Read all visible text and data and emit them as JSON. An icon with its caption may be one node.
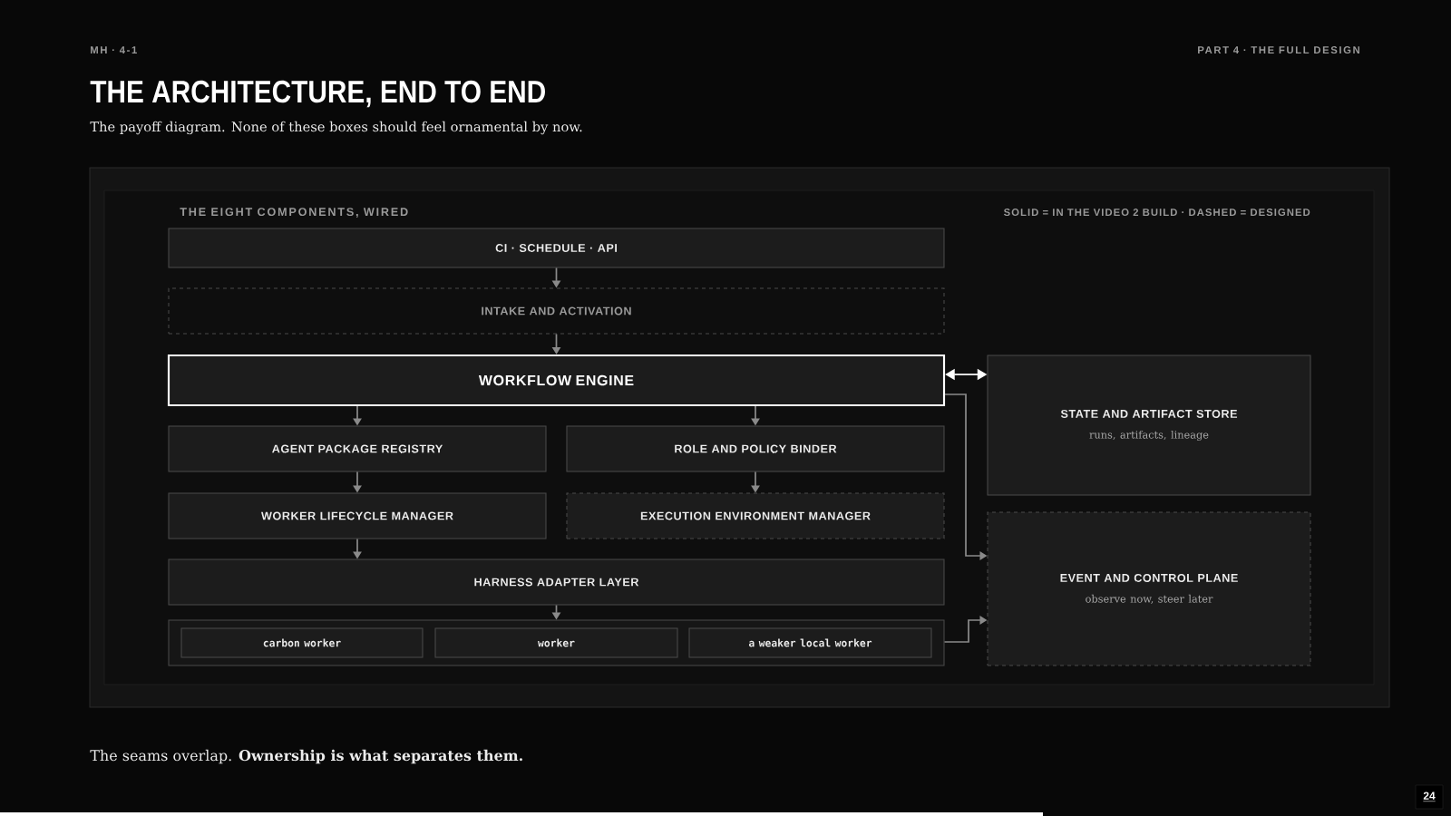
{
  "diagram": {
    "title": "THE ARCHITECTURE, END TO END",
    "caption": "The seams overlap. **Ownership is what separates them.**",
    "nodes": [
      {
        "text": [
          "CI · SCHEDULE · API"
        ]
      },
      {
        "text": [
          "INTAKE AND ACTIVATION"
        ]
      },
      {
        "text": [
          "WORKFLOW ENGINE"
        ]
      },
      {
        "text": [
          "AGENT PACKAGE REGISTRY"
        ]
      },
      {
        "text": [
          "ROLE AND POLICY BINDER"
        ]
      },
      {
        "text": [
          "WORKER LIFECYCLE MANAGER"
        ]
      },
      {
        "text": [
          "EXECUTION ENVIRONMENT MANAGER"
        ]
      },
      {
        "text": [
          "HARNESS ADAPTER LAYER"
        ]
      },
      {
        "text": [],
        "shape": "box"
      },
      {
        "text": [
          "carbon worker"
        ],
        "in": 8
      },
      {
        "text": [
          "worker"
        ],
        "in": 8
      },
      {
        "text": [
          "a weaker local worker"
        ],
        "in": 8
      },
      {
        "text": [
          "STATE AND ARTIFACT STORE",
          "runs, artifacts, lineage"
        ]
      },
      {
        "text": [
          "EVENT AND CONTROL PLANE",
          "observe now, steer later"
        ]
      }
    ],
    "edges": [
      {
        "from": 0,
        "to": 1,
        "arrow": "to"
      },
      {
        "from": 1,
        "to": 2,
        "arrow": "to"
      },
      {
        "from": 2,
        "to": 3,
        "arrow": "to"
      },
      {
        "from": 2,
        "to": 4,
        "arrow": "to"
      },
      {
        "from": 3,
        "to": 5,
        "arrow": "to"
      },
      {
        "from": 4,
        "to": 6,
        "arrow": "to"
      },
      {
        "from": 5,
        "to": 7,
        "arrow": "to"
      },
      {
        "from": 7,
        "to": 8,
        "arrow": "to"
      },
      {
        "from": 2,
        "to": 12,
        "arrow": "both",
        "color": "#ffffff"
      },
      {
        "from": 2,
        "to": 13,
        "arrow": "to"
      },
      {
        "from": 8,
        "to": 13,
        "arrow": "to"
      }
    ],
    "labels": [
      "MH · 4-1",
      "PART 4 · THE FULL DESIGN",
      "The payoff diagram. None of these boxes should feel ornamental by now.",
      "THE EIGHT COMPONENTS, WIRED",
      "SOLID = IN THE VIDEO 2 BUILD · DASHED = DESIGNED",
      "24"
    ]
  }
}
